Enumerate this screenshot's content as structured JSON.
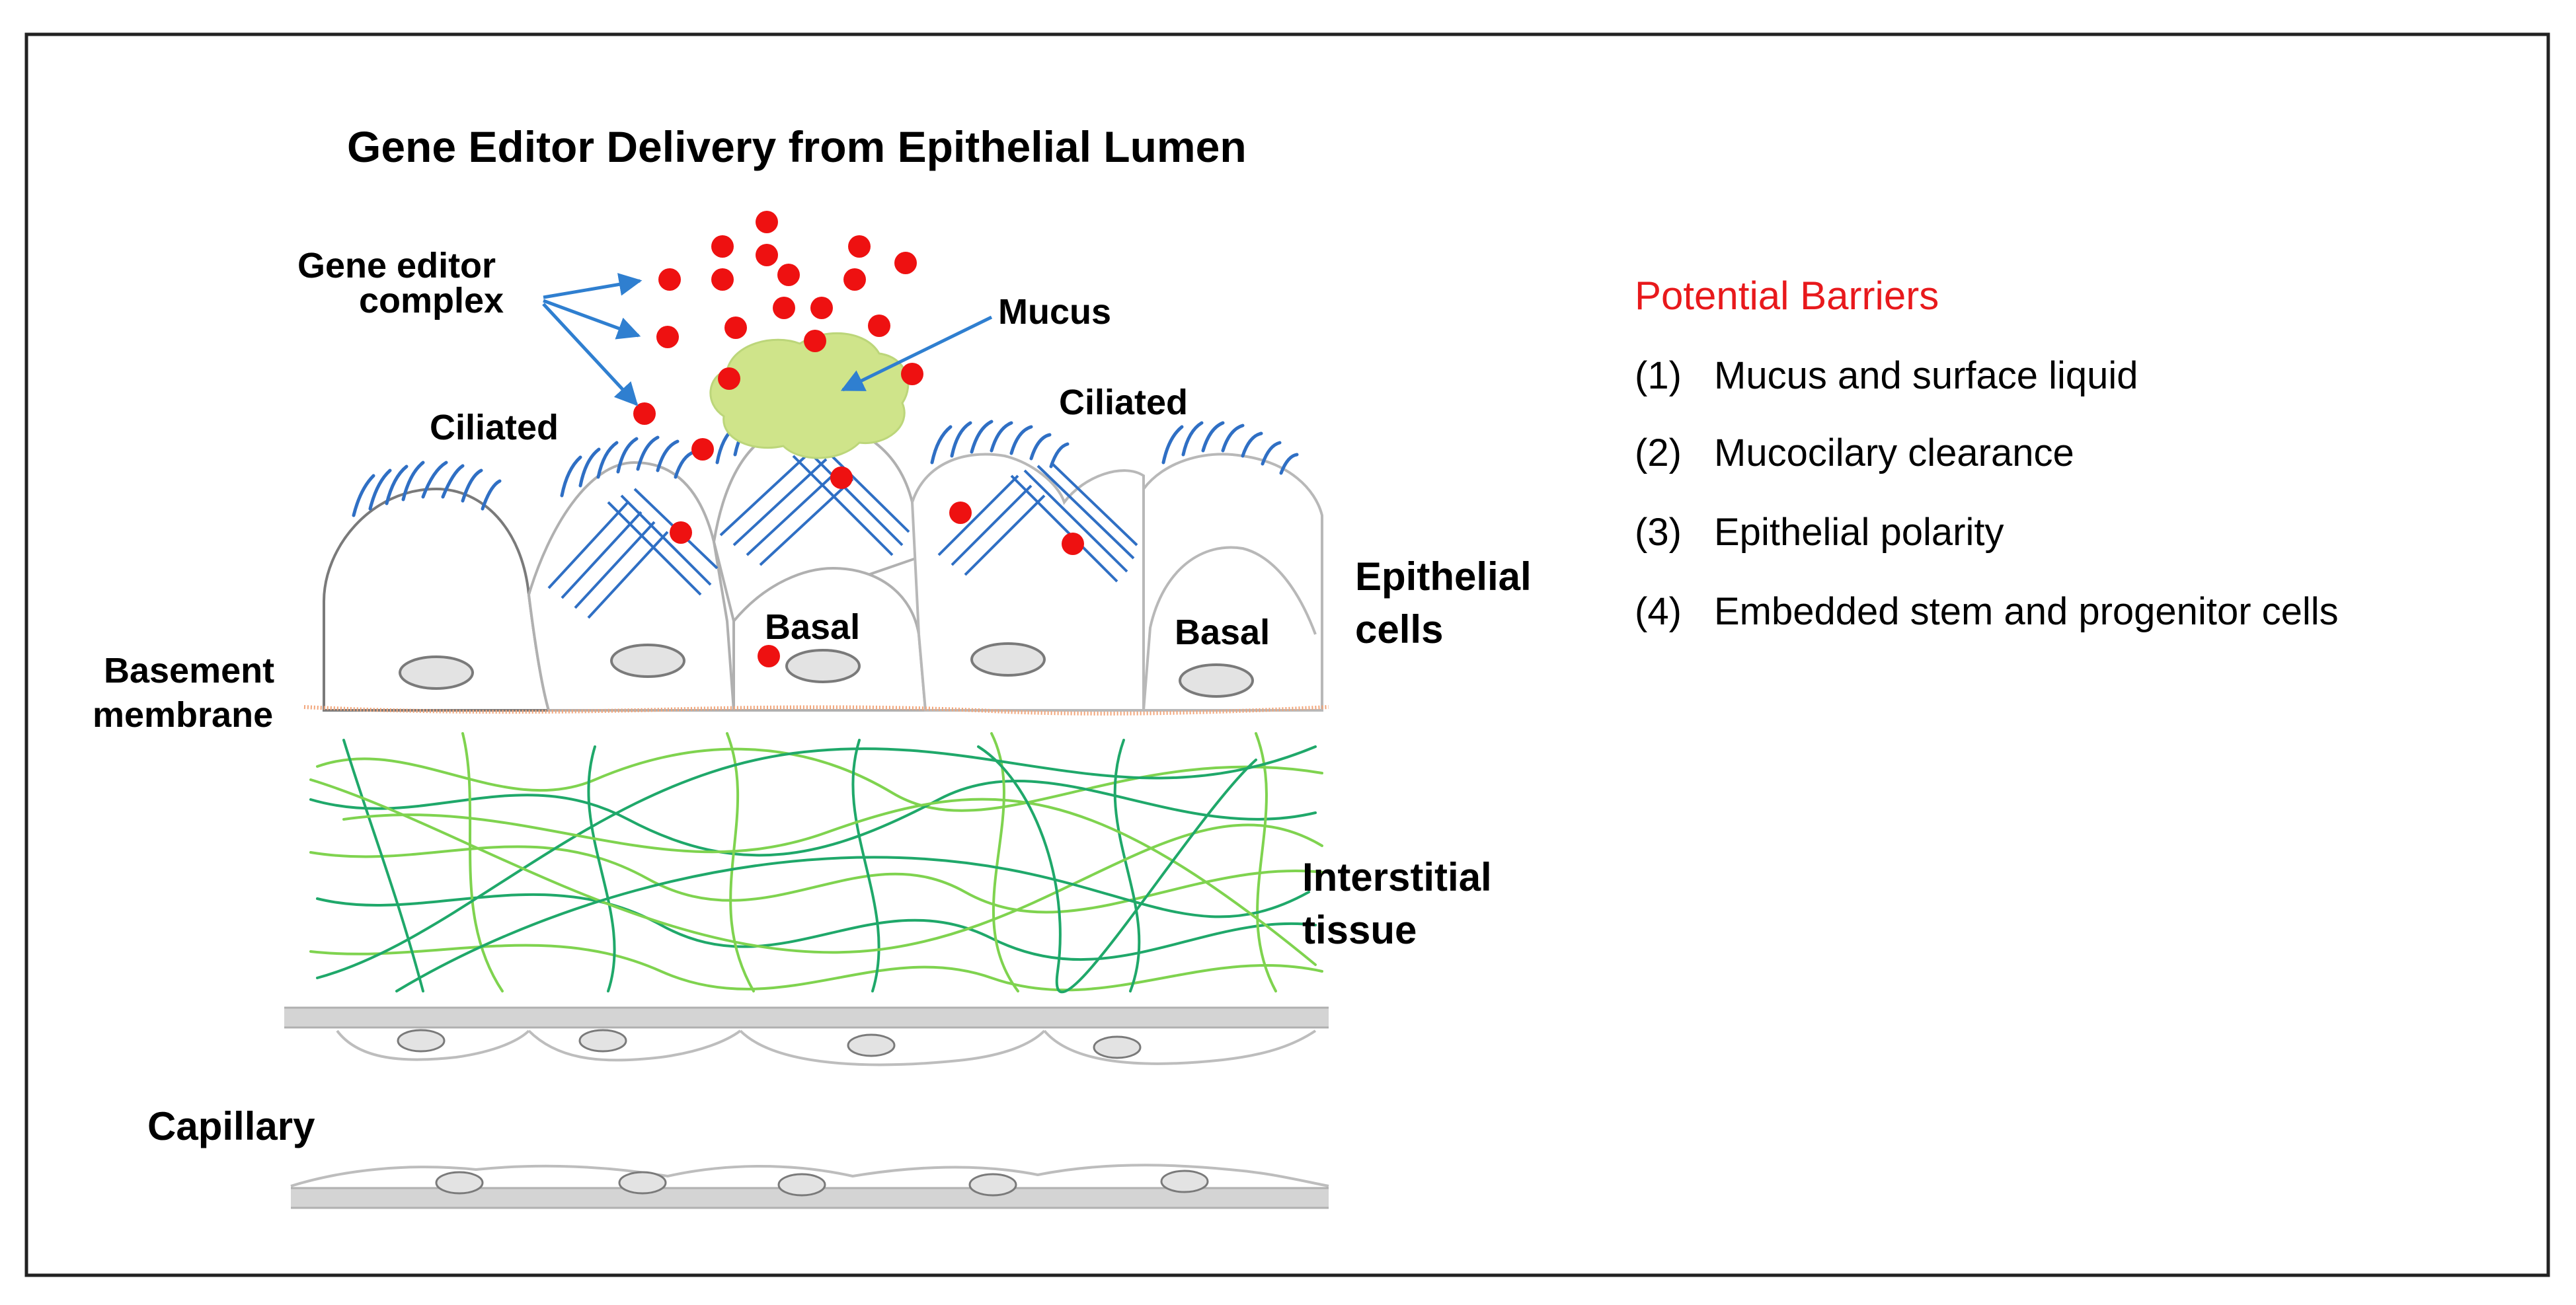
{
  "title": "Gene Editor Delivery from Epithelial Lumen",
  "labels": {
    "gene_editor_line1": "Gene editor",
    "gene_editor_line2": "complex",
    "mucus": "Mucus",
    "ciliated_left": "Ciliated",
    "ciliated_right": "Ciliated",
    "basal_center": "Basal",
    "basal_right": "Basal",
    "epithelial_line1": "Epithelial",
    "epithelial_line2": "cells",
    "basement_line1": "Basement",
    "basement_line2": "membrane",
    "interstitial_line1": "Interstitial",
    "interstitial_line2": "tissue",
    "capillary": "Capillary"
  },
  "barriers": {
    "heading": "Potential Barriers",
    "items": [
      {
        "num": "(1)",
        "text": "Mucus and surface liquid"
      },
      {
        "num": "(2)",
        "text": "Mucocilary clearance"
      },
      {
        "num": "(3)",
        "text": "Epithelial polarity"
      },
      {
        "num": "(4)",
        "text": "Embedded stem and progenitor cells"
      }
    ]
  },
  "colors": {
    "particle": "#ee1111",
    "arrow": "#2f7fd0",
    "mucus": "#cfe48a",
    "cilia": "#2f6fc4",
    "cell_outline": "#9a9a9a",
    "basement_membrane": "#f2a57a",
    "fiber_light": "#7fd34f",
    "fiber_dark": "#1fa86a",
    "heading_red": "#e8191c",
    "nucleus": "#e3e3e3"
  }
}
